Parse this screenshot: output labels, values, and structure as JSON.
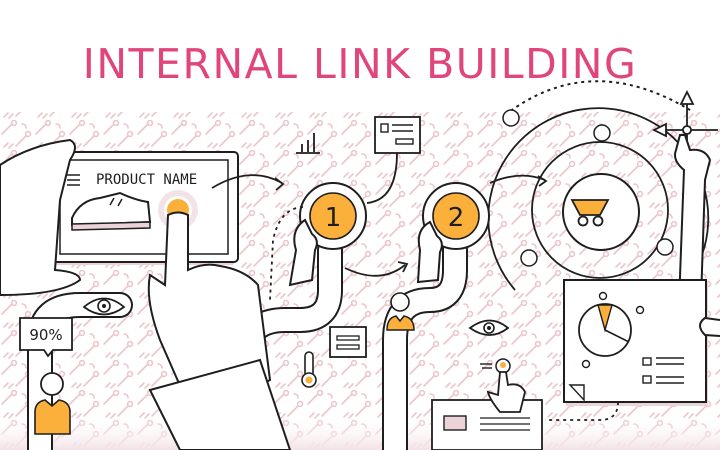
{
  "title": "INTERNAL LINK BUILDING",
  "phone": {
    "product_label": "PRODUCT NAME",
    "menu_icon": "hamburger-menu-icon",
    "product_icon": "sneaker-icon"
  },
  "steps": [
    {
      "number": "1"
    },
    {
      "number": "2"
    }
  ],
  "stat_bubble": {
    "value": "90%"
  },
  "center_icon": "shopping-cart-icon",
  "colors": {
    "accent_pink": "#e0457b",
    "accent_orange": "#fbb03b",
    "pattern_pink": "#ecc6cc",
    "shadow_pink": "#ebd3d8",
    "line": "#1e1e1e",
    "background": "#ffffff"
  },
  "icons": [
    "bar-chart-icon",
    "document-card-icon",
    "eye-icon",
    "user-avatar-icon",
    "thermometer-icon",
    "list-card-icon",
    "tap-hand-icon",
    "move-arrows-icon",
    "pie-chart-report-icon"
  ]
}
